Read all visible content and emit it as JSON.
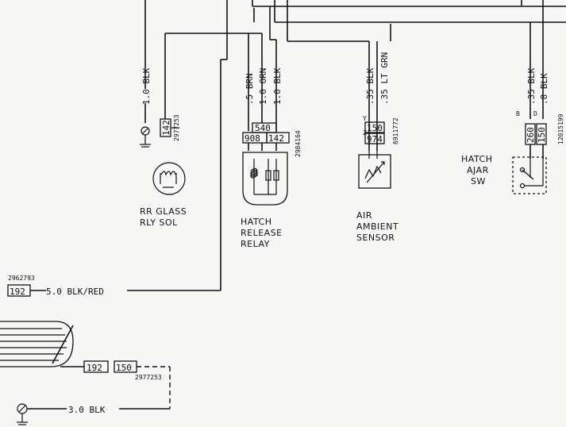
{
  "rr_glass": {
    "wire_label": "1.0 BLK",
    "connector": "142",
    "part_number": "2977253",
    "title_line1": "RR GLASS",
    "title_line2": "RLY SOL"
  },
  "hatch_release": {
    "wire1": ".5 BRN",
    "wire2": "1.0 ORN",
    "wire3": "1.0 BLK",
    "circuit_top": "540",
    "circuit_left": "908",
    "circuit_right": "142",
    "part_number": "2984164",
    "title_line1": "HATCH",
    "title_line2": "RELEASE",
    "title_line3": "RELAY"
  },
  "air_sensor": {
    "wire1": ".35 BLK",
    "wire2": ".35 LT GRN",
    "pin_a": "Y",
    "pin_b": "Z",
    "circuit1": "150",
    "circuit2": "974",
    "part_number": "6911772",
    "title_line1": "AIR",
    "title_line2": "AMBIENT",
    "title_line3": "SENSOR"
  },
  "hatch_ajar": {
    "wire1": ".35 BLK",
    "wire2": ".8 BLK",
    "pin_a": "B",
    "pin_b": "D",
    "circuit1": "260",
    "circuit2": "150",
    "part_number": "12015199",
    "title_line1": "HATCH",
    "title_line2": "AJAR",
    "title_line3": "SW"
  },
  "ground_wire": {
    "part_number": "2962793",
    "connector": "192",
    "wire_label": "5.0 BLK/RED"
  },
  "bottom": {
    "connector1": "192",
    "connector2": "150",
    "part_number": "2977253",
    "wire_label": "3.0 BLK"
  }
}
